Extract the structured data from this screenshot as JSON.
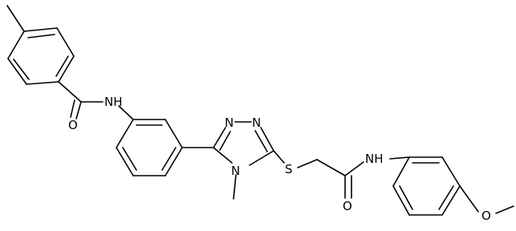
{
  "atoms": {
    "nh_amide_1": "NH",
    "o_carbonyl_1": "O",
    "n_triazole_1": "N",
    "n_triazole_2": "N",
    "n_triazole_4": "N",
    "s_thioether": "S",
    "nh_amide_2": "NH",
    "o_carbonyl_2": "O",
    "o_methoxy": "O"
  },
  "colors": {
    "bond": "#000000",
    "text": "#000000",
    "background": "#ffffff"
  }
}
